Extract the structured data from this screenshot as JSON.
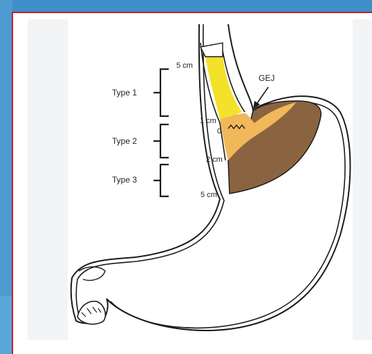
{
  "diagram": {
    "type_labels": [
      "Type 1",
      "Type 2",
      "Type 3"
    ],
    "distance_labels": {
      "top": "5 cm",
      "upper": "1 cm",
      "zero": "0",
      "lower": "2 cm",
      "bottom": "5 cm"
    },
    "gej_label": "GEJ"
  },
  "colors": {
    "slide_border": "#c0202c",
    "background_blue": "#3d8fc7",
    "esophagus_yellow": "#f4e12a",
    "junction_orange": "#f0b85a",
    "gastric_brown": "#8a6440",
    "outline": "#1a1a1a"
  }
}
